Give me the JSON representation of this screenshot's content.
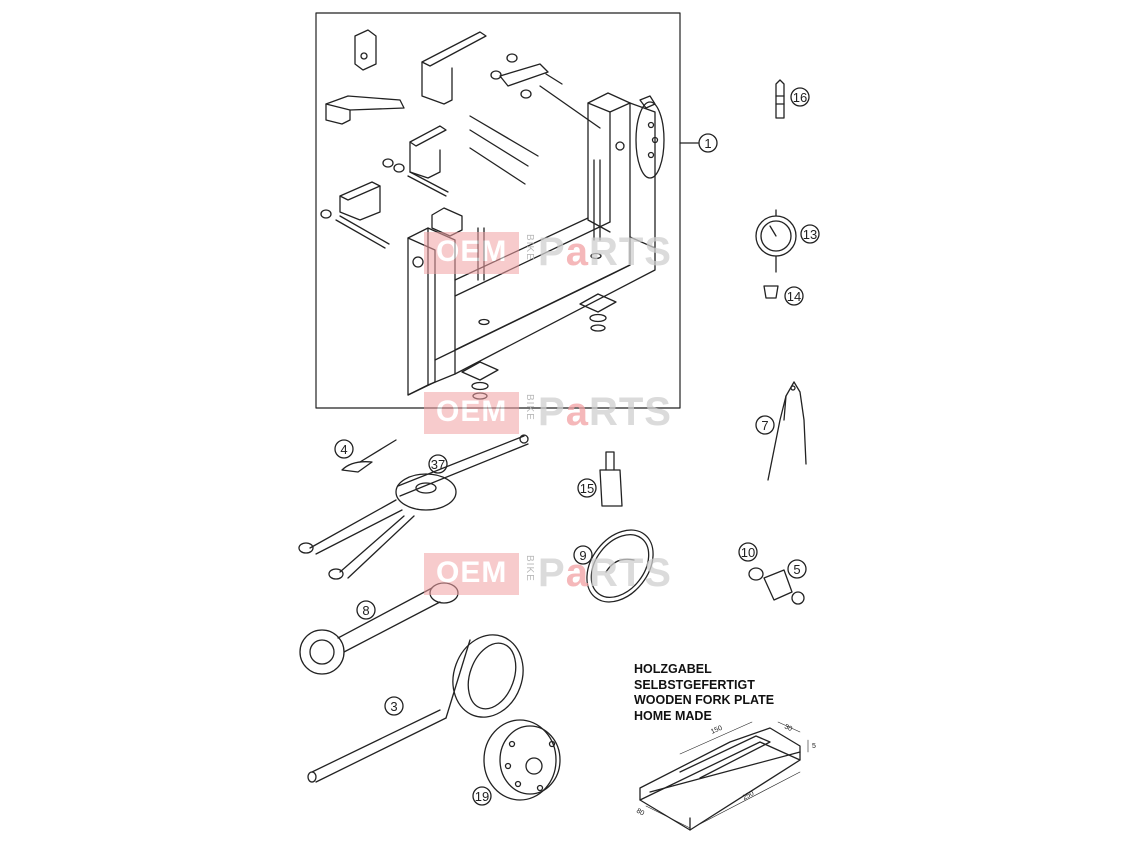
{
  "callouts": {
    "c1": "1",
    "c3": "3",
    "c4": "4",
    "c5": "5",
    "c7": "7",
    "c8": "8",
    "c9": "9",
    "c10": "10",
    "c13": "13",
    "c14": "14",
    "c15": "15",
    "c16": "16",
    "c19": "19",
    "c37": "37"
  },
  "note": {
    "line1": "HOLZGABEL",
    "line2": "SELBSTGEFERTIGT",
    "line3": "WOODEN FORK PLATE",
    "line4": "HOME MADE"
  },
  "dimensions": {
    "d150": "150",
    "d250": "250",
    "d80": "80",
    "d30": "30",
    "d5": "5"
  },
  "watermark": {
    "oem": "OEM",
    "bike": "BIKE",
    "parts_prefix": "P",
    "parts_a": "a",
    "parts_suffix": "RTS"
  },
  "colors": {
    "line": "#222222",
    "watermark_red": "#f2a1a4",
    "watermark_grey": "#cfcfcf"
  }
}
